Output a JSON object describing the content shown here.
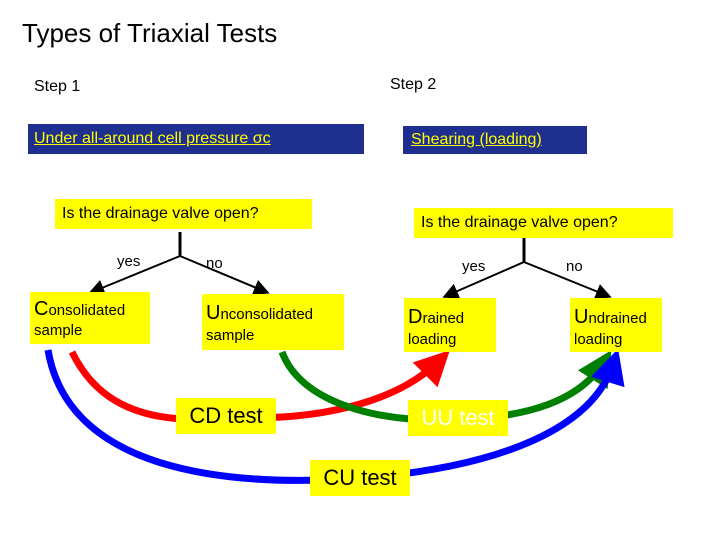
{
  "title": "Types of Triaxial Tests",
  "step1": {
    "label": "Step 1",
    "box": "Under all-around cell pressure σc"
  },
  "step2": {
    "label": "Step 2",
    "box": "Shearing (loading)"
  },
  "left_question": "Is the drainage valve open?",
  "right_question": "Is the drainage valve open?",
  "left_branches": {
    "yes": "yes",
    "no": "no"
  },
  "right_branches": {
    "yes": "yes",
    "no": "no"
  },
  "consolidated": {
    "initial": "C",
    "rest": "onsolidated",
    "line2": "sample"
  },
  "unconsolidated": {
    "initial": "U",
    "rest": "nconsolidated",
    "line2": "sample"
  },
  "drained": {
    "initial": "D",
    "rest": "rained",
    "line2": "loading"
  },
  "undrained": {
    "initial": "U",
    "rest": "ndrained",
    "line2": "loading"
  },
  "tests": {
    "cd": "CD test",
    "uu": "UU test",
    "cu": "CU test"
  },
  "colors": {
    "cd": "#ff0000",
    "uu": "#008000",
    "cu": "#0000ff",
    "box_blue": "#1f2f8f",
    "yellow": "#ffff00"
  }
}
